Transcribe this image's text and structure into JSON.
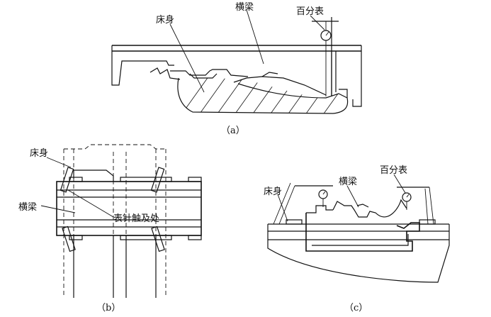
{
  "labels": {
    "bed": "床身",
    "beam": "横梁",
    "dial_indicator": "百分表",
    "needle_contact": "表针触及处"
  },
  "captions": {
    "a": "（a）",
    "b": "（b）",
    "c": "（c）"
  }
}
